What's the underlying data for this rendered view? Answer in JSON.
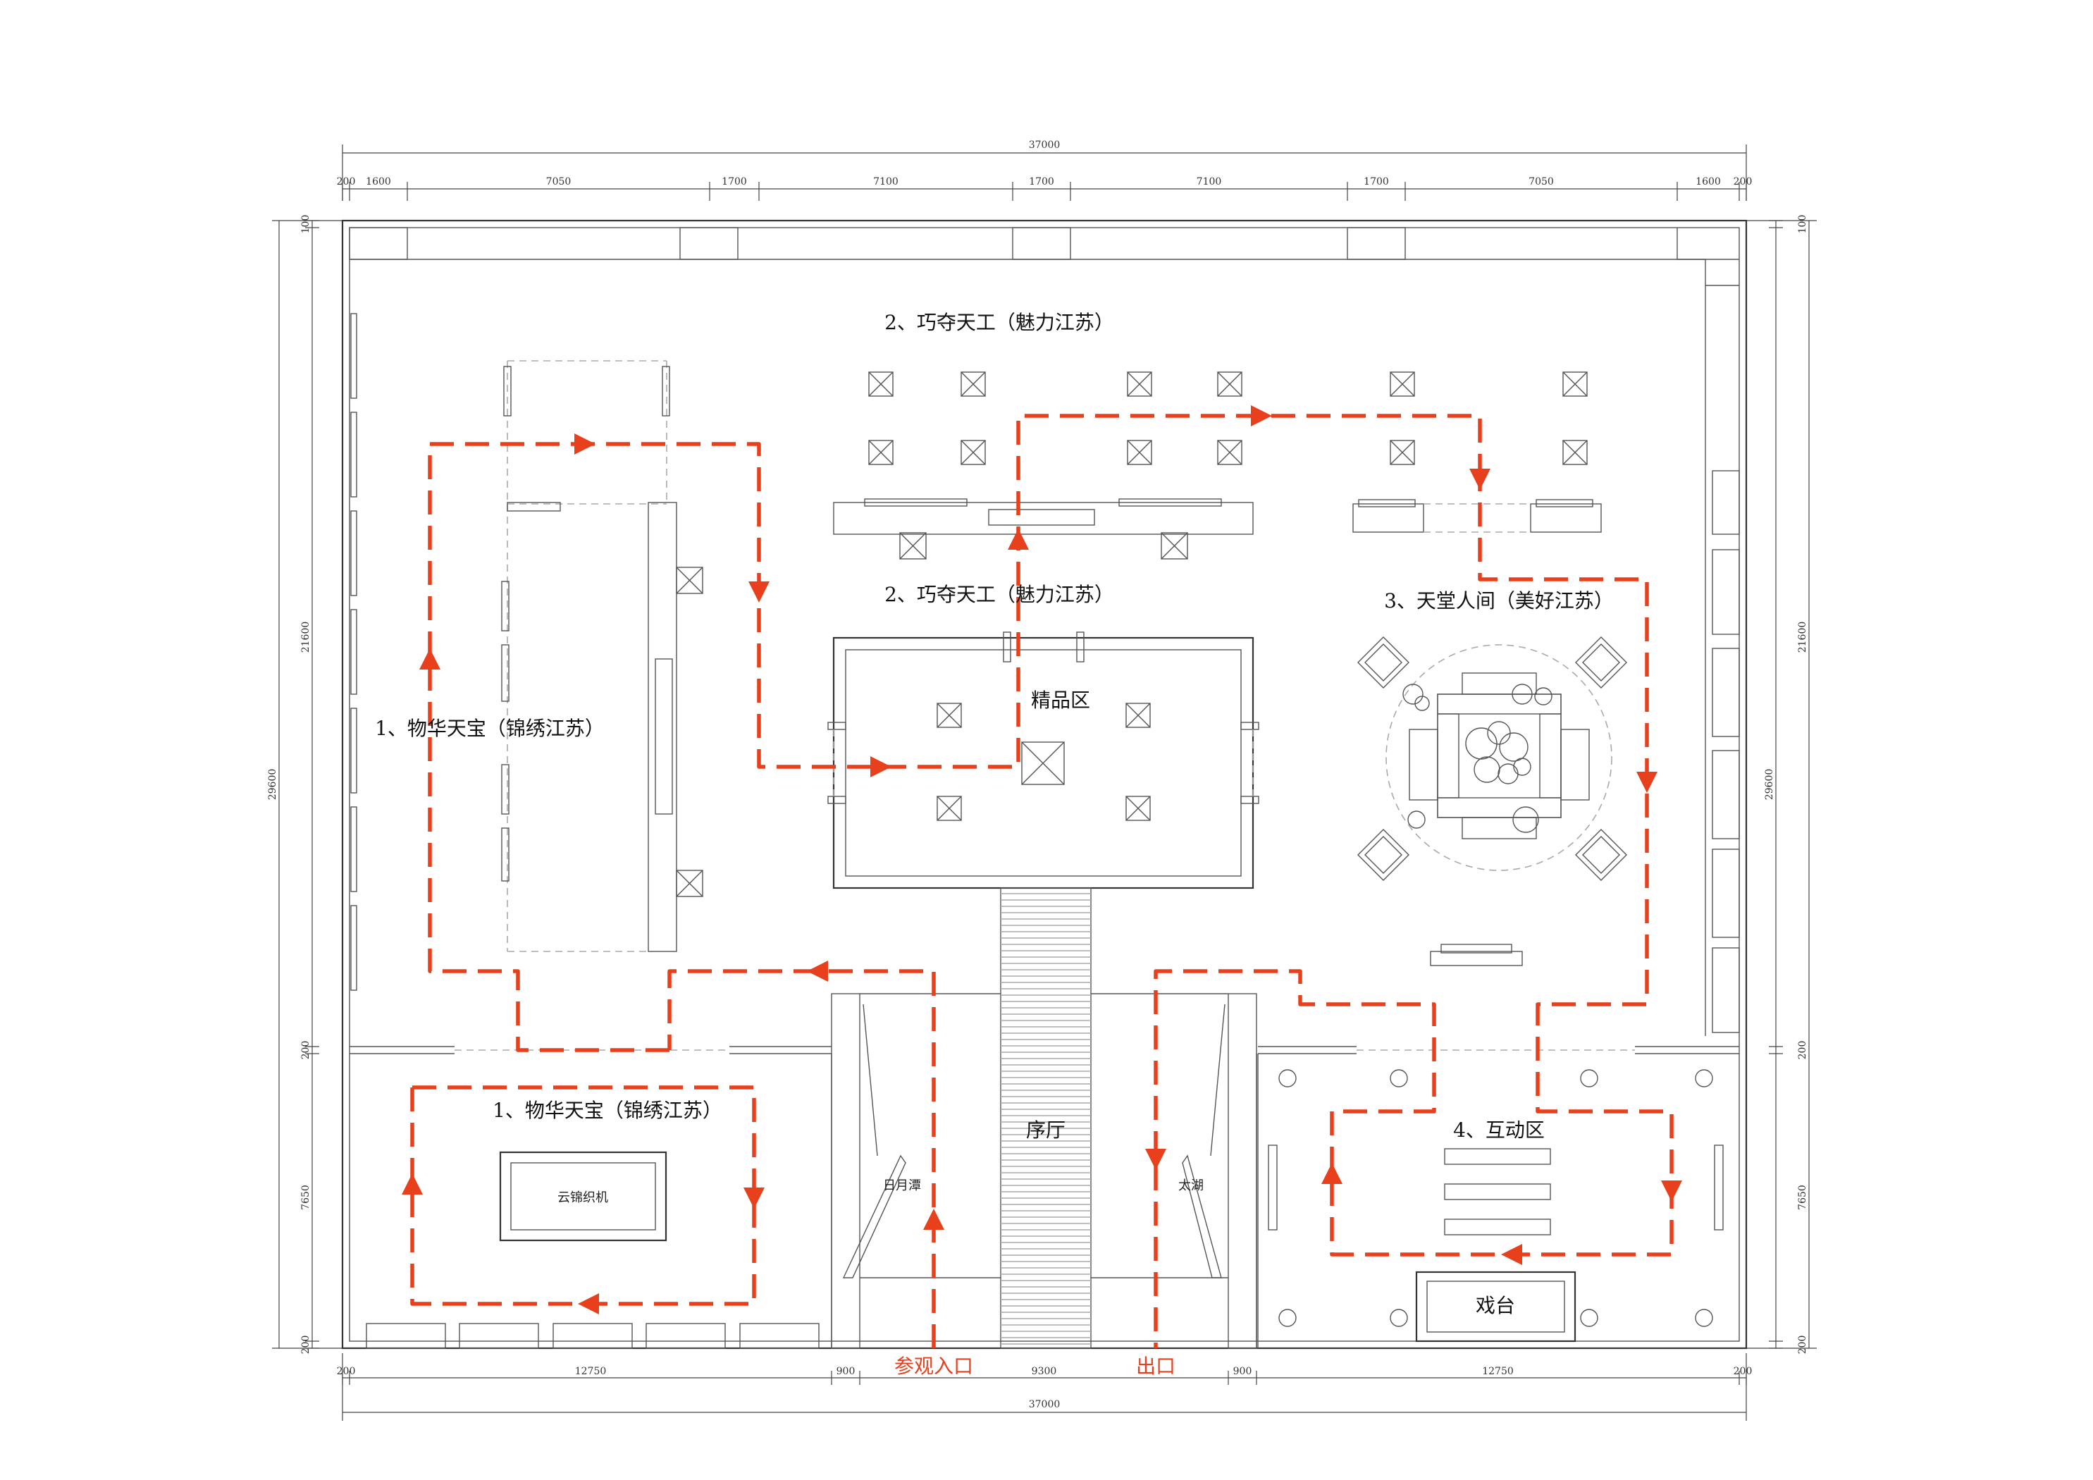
{
  "dimensions": {
    "top_total": "37000",
    "top_segments": [
      "200",
      "1600",
      "7050",
      "1700",
      "7100",
      "1700",
      "7100",
      "1700",
      "7050",
      "1600",
      "200"
    ],
    "bottom_total": "37000",
    "bottom_segments": [
      "200",
      "12750",
      "900",
      "9300",
      "900",
      "12750",
      "200"
    ],
    "left_total": "29600",
    "left_segments": [
      "100",
      "21600",
      "200",
      "7650",
      "200"
    ],
    "right_total": "29600",
    "right_segments": [
      "100",
      "21600",
      "200",
      "7650",
      "200"
    ]
  },
  "zones": {
    "z2_top": "2、巧夺天工（魅力江苏）",
    "z2_mid": "2、巧夺天工（魅力江苏）",
    "boutique": "精品区",
    "z3": "3、天堂人间（美好江苏）",
    "z1_left": "1、物华天宝（锦绣江苏）",
    "z1_bottom": "1、物华天宝（锦绣江苏）",
    "loom": "云锦织机",
    "foyer": "序厅",
    "z4": "4、互动区",
    "stage": "戏台",
    "moon_pool": "日月潭",
    "taihu": "太湖",
    "entrance": "参观入口",
    "exit": "出口"
  },
  "colors": {
    "route": "#e8401c",
    "wall": "#333333"
  }
}
